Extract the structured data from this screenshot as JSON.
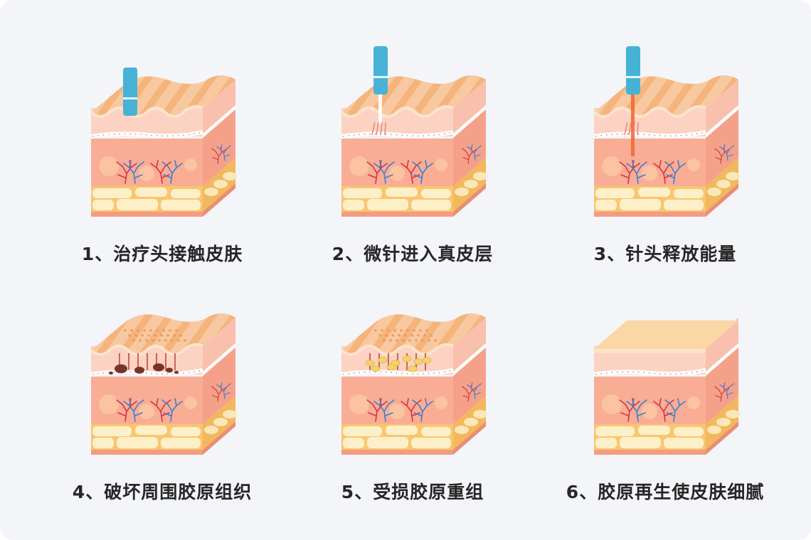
{
  "steps": [
    {
      "label": "1、治疗头接触皮肤",
      "stage": "contact"
    },
    {
      "label": "2、微针进入真皮层",
      "stage": "penetrate"
    },
    {
      "label": "3、针头释放能量",
      "stage": "energy"
    },
    {
      "label": "4、破坏周围胶原组织",
      "stage": "damage"
    },
    {
      "label": "5、受损胶原重组",
      "stage": "rebuild"
    },
    {
      "label": "6、胶原再生使皮肤细腻",
      "stage": "smooth"
    }
  ],
  "colors": {
    "needle": "#46b3d6",
    "energy": "#f06a3a",
    "epidermis": "#f8c9a0",
    "stripe": "#f4b47c",
    "dermis": "#f9ad95",
    "fat": "#f9c56f",
    "fat_cell": "#fdf0c8",
    "artery": "#d8323f",
    "vein": "#3a7fd0"
  }
}
